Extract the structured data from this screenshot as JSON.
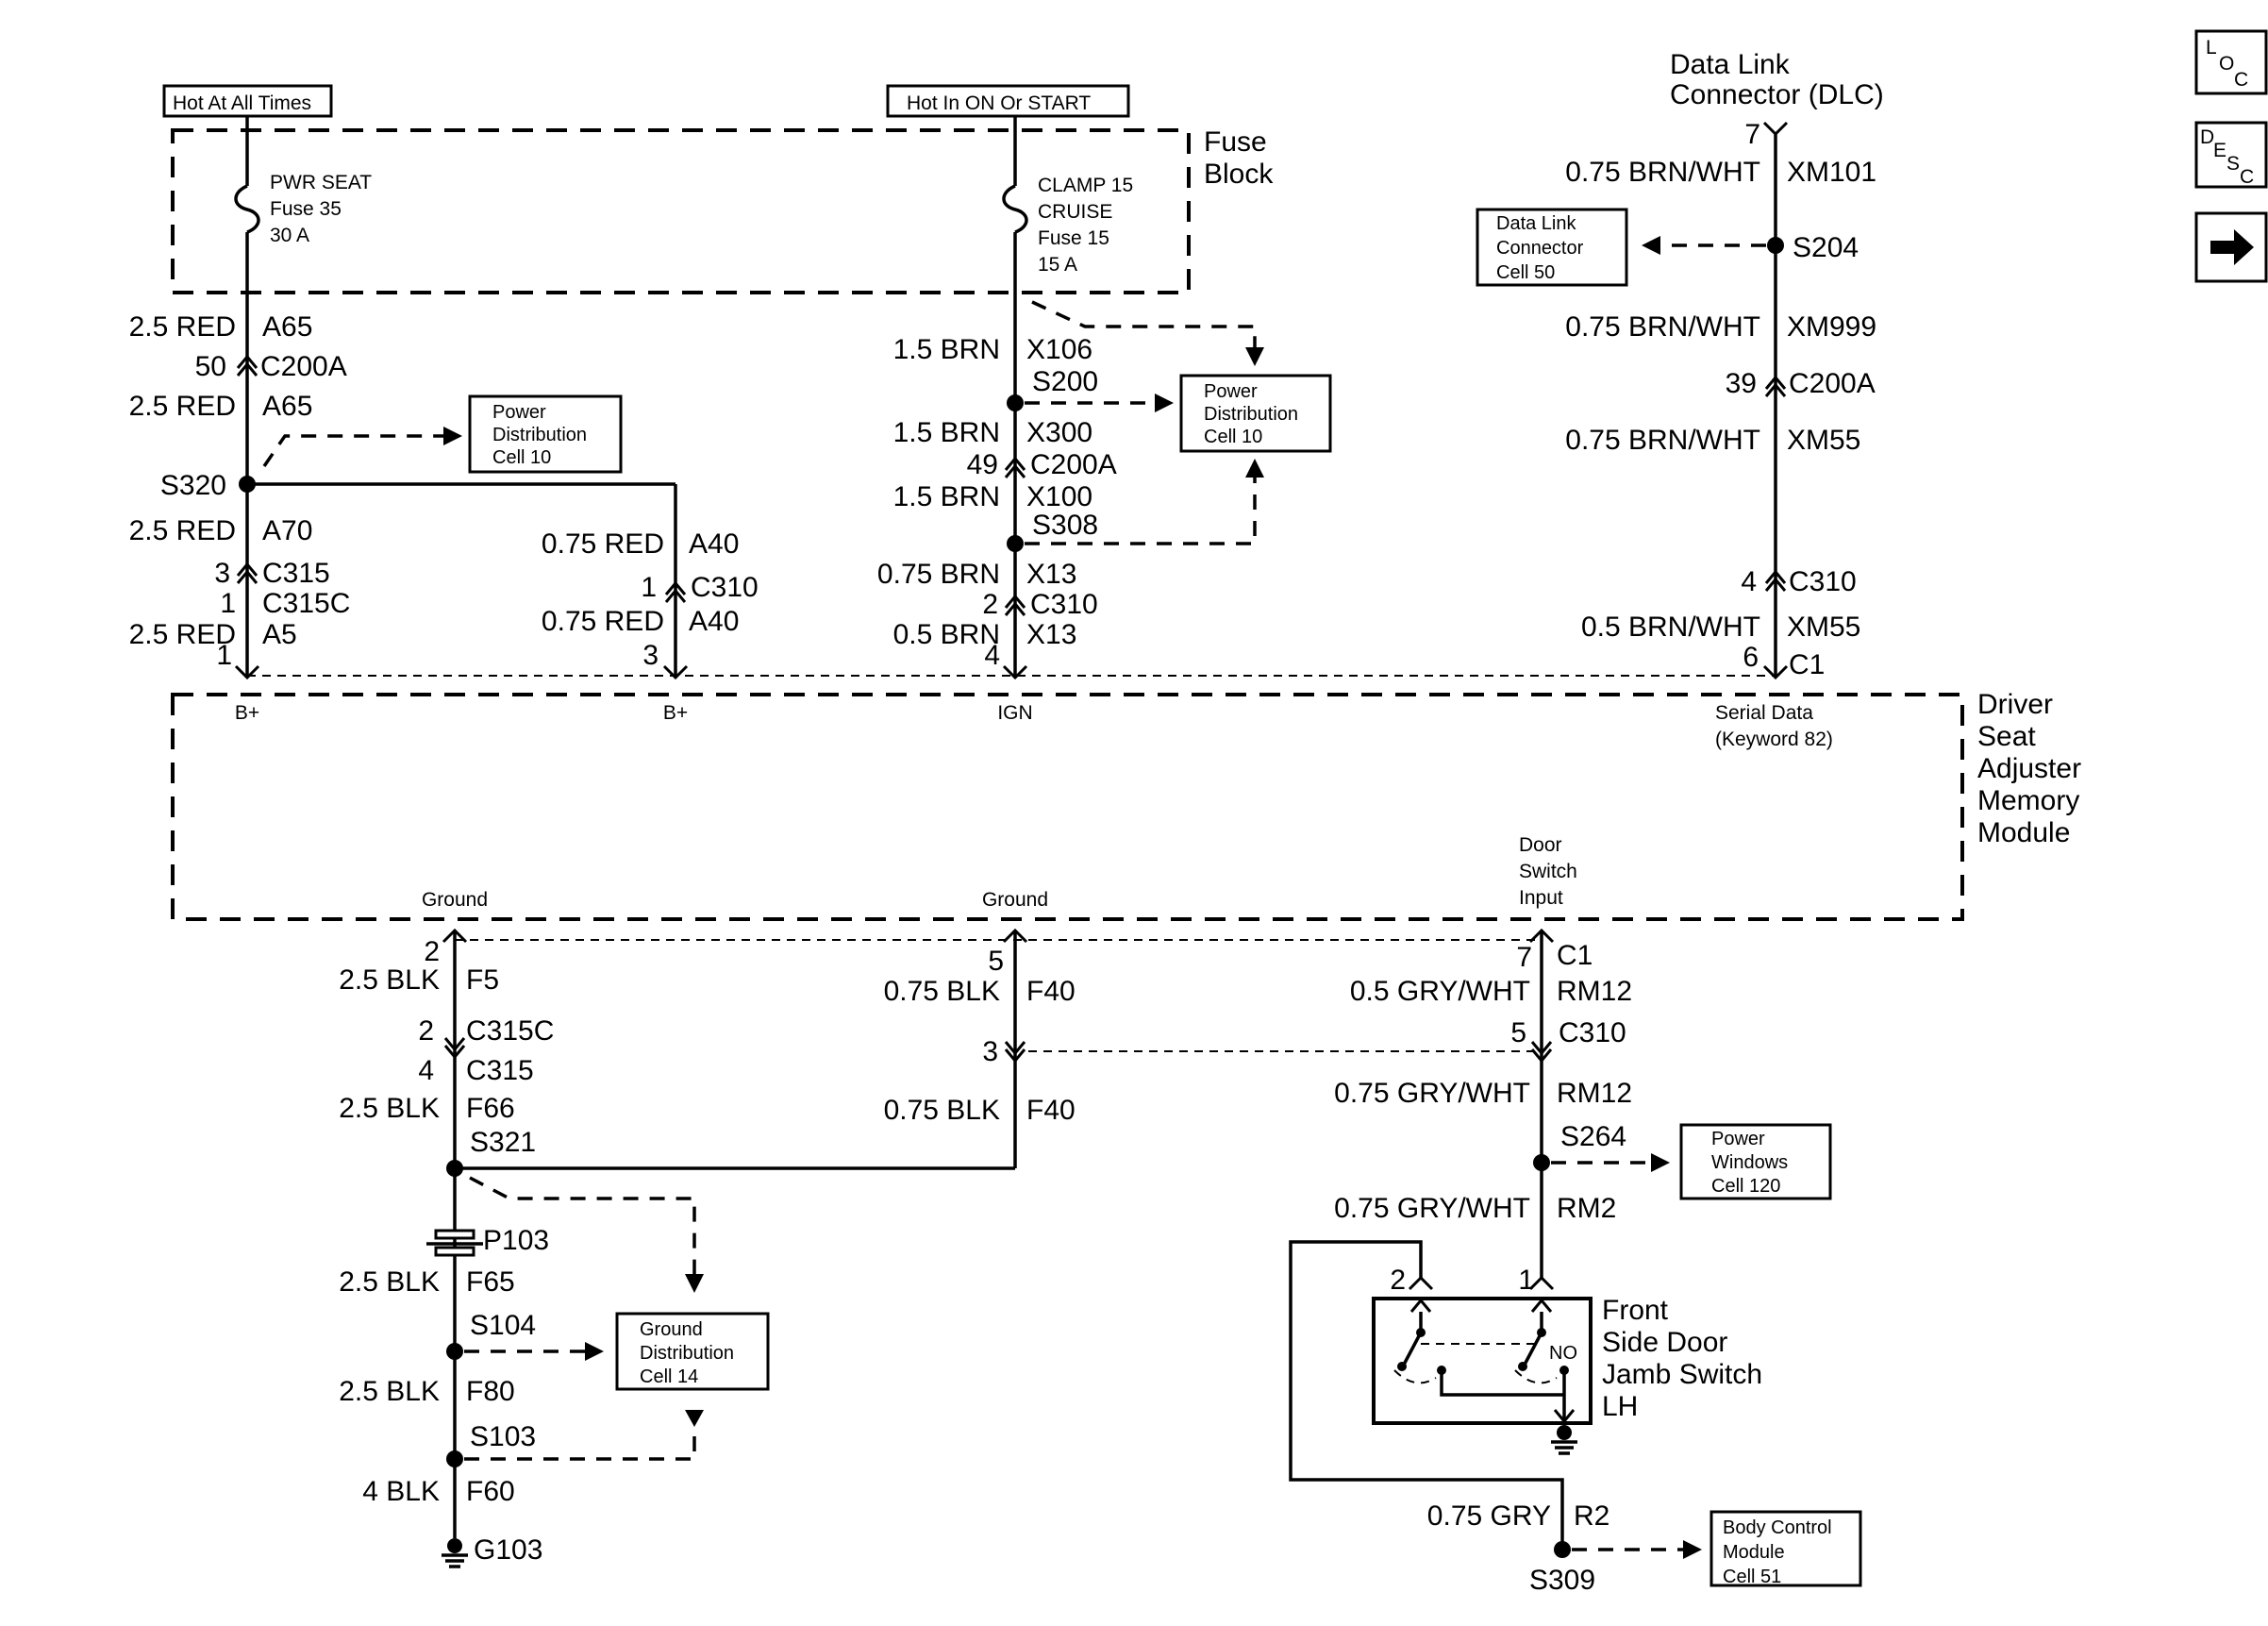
{
  "nav": {
    "loc": {
      "l": "L",
      "o": "O",
      "c": "C"
    },
    "desc": {
      "d": "D",
      "e": "E",
      "s": "S",
      "c": "C"
    }
  },
  "power": {
    "hot_at_all_times": "Hot At All Times",
    "hot_in_on_or_start": "Hot In ON Or START",
    "fuse_block": [
      "Fuse",
      "Block"
    ],
    "fuse35": [
      "PWR SEAT",
      "Fuse 35",
      "30 A"
    ],
    "fuse15": [
      "CLAMP 15",
      "CRUISE",
      "Fuse 15",
      "15 A"
    ]
  },
  "dlc": {
    "title": [
      "Data Link",
      "Connector (DLC)"
    ],
    "pin_top": "7",
    "w1": "0.75 BRN/WHT",
    "c1": "XM101",
    "splice": "S204",
    "ref": [
      "Data Link",
      "Connector",
      "Cell 50"
    ],
    "w2": "0.75 BRN/WHT",
    "c2": "XM999",
    "pin39": "39",
    "conn_c200a": "C200A",
    "w3": "0.75 BRN/WHT",
    "c3": "XM55",
    "pin4": "4",
    "conn_c310": "C310",
    "w4": "0.5 BRN/WHT",
    "c4": "XM55",
    "pin6": "6",
    "conn_c1": "C1"
  },
  "left_top": {
    "w1": "2.5 RED",
    "c1": "A65",
    "pin50": "50",
    "conn1": "C200A",
    "w2": "2.5 RED",
    "c2": "A65",
    "pd_ref": [
      "Power",
      "Distribution",
      "Cell 10"
    ],
    "splice": "S320",
    "w3": "2.5 RED",
    "c3": "A70",
    "pin3": "3",
    "conn2": "C315",
    "pin1": "1",
    "conn3": "C315C",
    "w4": "2.5 RED",
    "c4": "A5",
    "pin_end": "1"
  },
  "mid_top": {
    "w1": "0.75 RED",
    "c1": "A40",
    "pin1": "1",
    "conn": "C310",
    "w2": "0.75 RED",
    "c2": "A40",
    "pin_end": "3"
  },
  "ign": {
    "w1": "1.5 BRN",
    "c1": "X106",
    "splice1": "S200",
    "pd_ref": [
      "Power",
      "Distribution",
      "Cell 10"
    ],
    "w2": "1.5 BRN",
    "c2": "X300",
    "pin49": "49",
    "conn1": "C200A",
    "w3": "1.5 BRN",
    "c3": "X100",
    "splice2": "S308",
    "w4": "0.75 BRN",
    "c4": "X13",
    "pin2": "2",
    "conn2": "C310",
    "w5": "0.5 BRN",
    "c5": "X13",
    "pin_end": "4"
  },
  "module": {
    "name": [
      "Driver",
      "Seat",
      "Adjuster",
      "Memory",
      "Module"
    ],
    "bplus1": "B+",
    "bplus2": "B+",
    "ign": "IGN",
    "serial": [
      "Serial Data",
      "(Keyword 82)"
    ],
    "ground1": "Ground",
    "ground2": "Ground",
    "door": [
      "Door",
      "Switch",
      "Input"
    ]
  },
  "ground_left": {
    "pin2": "2",
    "w1": "2.5 BLK",
    "c1": "F5",
    "pin2b": "2",
    "conn1": "C315C",
    "pin4": "4",
    "conn2": "C315",
    "w2": "2.5 BLK",
    "c2": "F66",
    "splice1": "S321",
    "p103": "P103",
    "w3": "2.5 BLK",
    "c3": "F65",
    "splice2": "S104",
    "gd_ref": [
      "Ground",
      "Distribution",
      "Cell 14"
    ],
    "w4": "2.5 BLK",
    "c4": "F80",
    "splice3": "S103",
    "w5": "4 BLK",
    "c5": "F60",
    "ground": "G103"
  },
  "ground_mid": {
    "pin5": "5",
    "w1": "0.75 BLK",
    "c1": "F40",
    "pin3": "3",
    "w2": "0.75 BLK",
    "c2": "F40"
  },
  "door": {
    "pin7": "7",
    "conn_c1": "C1",
    "w1": "0.5 GRY/WHT",
    "c1": "RM12",
    "pin5": "5",
    "conn_c310": "C310",
    "w2": "0.75 GRY/WHT",
    "c2": "RM12",
    "splice1": "S264",
    "pw_ref": [
      "Power",
      "Windows",
      "Cell 120"
    ],
    "w3": "0.75 GRY/WHT",
    "c3": "RM2",
    "pin2": "2",
    "pin1": "1",
    "switch_name": [
      "Front",
      "Side Door",
      "Jamb Switch",
      "LH"
    ],
    "no": "NO",
    "w4": "0.75 GRY",
    "c4": "R2",
    "splice2": "S309",
    "bcm_ref": [
      "Body Control",
      "Module",
      "Cell 51"
    ]
  }
}
